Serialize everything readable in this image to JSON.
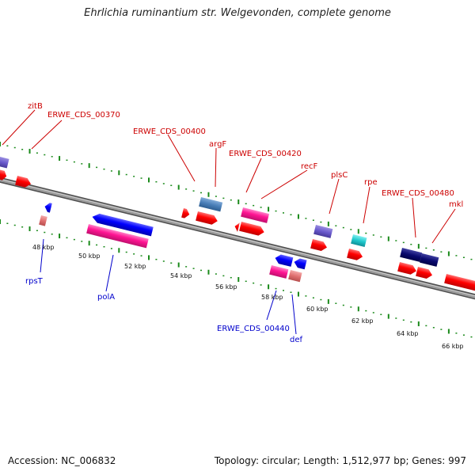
{
  "title": "Ehrlichia ruminantium str. Welgevonden, complete genome",
  "footer": {
    "accession": "Accession: NC_006832",
    "topology": "Topology: circular; Length: 1,512,977 bp; Genes: 997"
  },
  "tick_labels": [
    "48 kbp",
    "50 kbp",
    "52 kbp",
    "54 kbp",
    "56 kbp",
    "58 kbp",
    "60 kbp",
    "62 kbp",
    "64 kbp",
    "66 kbp"
  ],
  "colors": {
    "forward_label": "#cc0000",
    "reverse_label": "#0000cc",
    "backbone": "#808080",
    "tick": "#1a8a1a"
  },
  "forward_gene_labels": [
    "zitB",
    "ERWE_CDS_00370",
    "ERWE_CDS_00400",
    "argF",
    "ERWE_CDS_00420",
    "recF",
    "plsC",
    "rpe",
    "ERWE_CDS_00480",
    "mkl"
  ],
  "reverse_gene_labels": [
    "rpsT",
    "polA",
    "ERWE_CDS_00440",
    "def"
  ]
}
